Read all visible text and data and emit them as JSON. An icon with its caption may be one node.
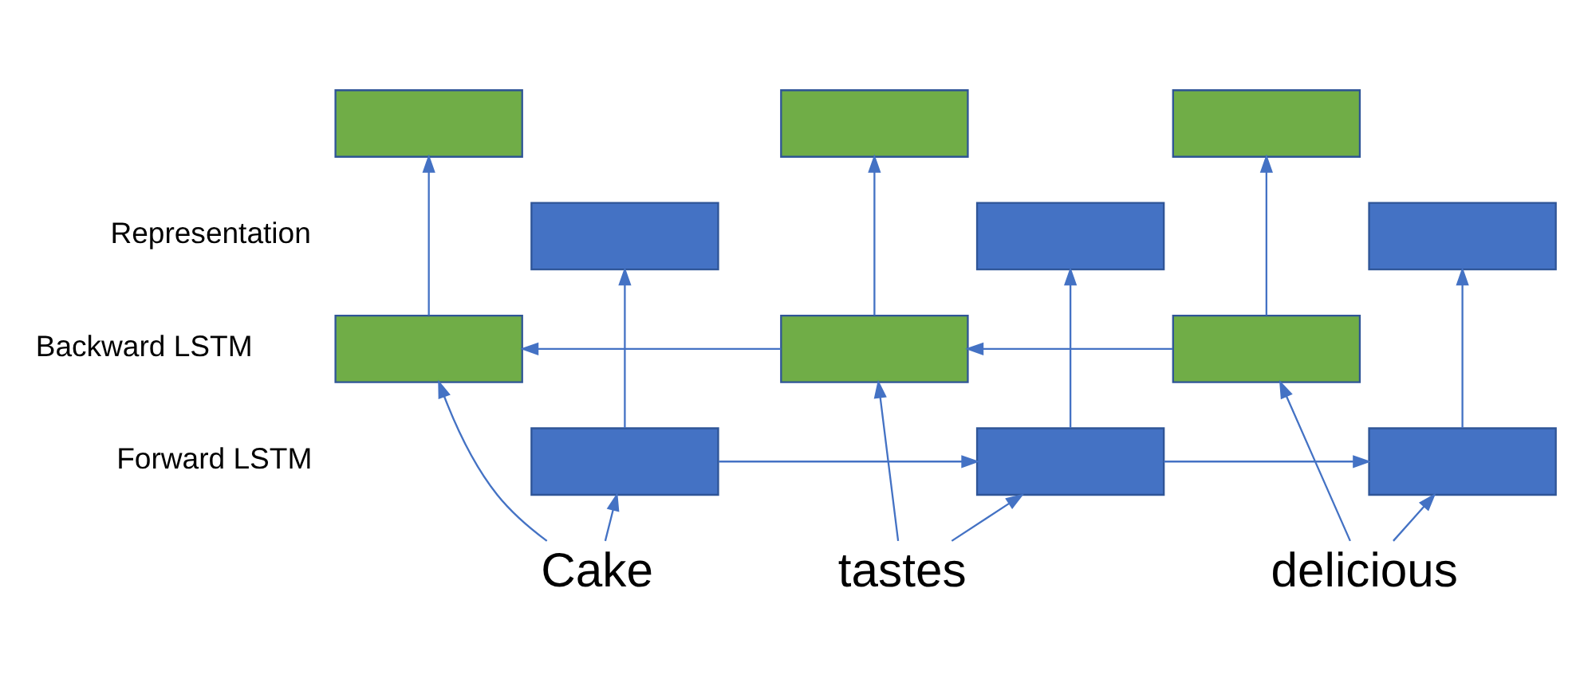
{
  "diagram": {
    "nodes": [
      {
        "text": [],
        "shape": "box"
      },
      {
        "text": [],
        "shape": "box"
      },
      {
        "text": [],
        "shape": "box"
      },
      {
        "text": [],
        "shape": "box"
      },
      {
        "text": [],
        "shape": "box"
      },
      {
        "text": [],
        "shape": "box"
      },
      {
        "text": [],
        "shape": "box"
      },
      {
        "text": [],
        "shape": "box"
      },
      {
        "text": [],
        "shape": "box"
      },
      {
        "text": [],
        "shape": "box"
      },
      {
        "text": [],
        "shape": "box"
      },
      {
        "text": [],
        "shape": "box"
      },
      {
        "text": [
          "Cake"
        ]
      },
      {
        "text": [
          "tastes"
        ]
      },
      {
        "text": [
          "delicious"
        ]
      }
    ],
    "edges": [
      {
        "from": 12,
        "to": 9,
        "arrow": "to"
      },
      {
        "from": 12,
        "to": 6,
        "arrow": "to"
      },
      {
        "from": 13,
        "to": 10,
        "arrow": "to"
      },
      {
        "from": 13,
        "to": 7,
        "arrow": "to"
      },
      {
        "from": 14,
        "to": 11,
        "arrow": "to"
      },
      {
        "from": 14,
        "to": 8,
        "arrow": "to"
      },
      {
        "from": 9,
        "to": 10,
        "arrow": "to"
      },
      {
        "from": 10,
        "to": 11,
        "arrow": "to"
      },
      {
        "from": 8,
        "to": 7,
        "arrow": "to"
      },
      {
        "from": 7,
        "to": 6,
        "arrow": "to"
      },
      {
        "from": 9,
        "to": 1,
        "arrow": "to"
      },
      {
        "from": 10,
        "to": 3,
        "arrow": "to"
      },
      {
        "from": 11,
        "to": 5,
        "arrow": "to"
      },
      {
        "from": 6,
        "to": 0,
        "arrow": "to"
      },
      {
        "from": 7,
        "to": 2,
        "arrow": "to"
      },
      {
        "from": 8,
        "to": 4,
        "arrow": "to"
      }
    ],
    "labels": [
      "Representation",
      "Backward LSTM",
      "Forward LSTM"
    ]
  }
}
